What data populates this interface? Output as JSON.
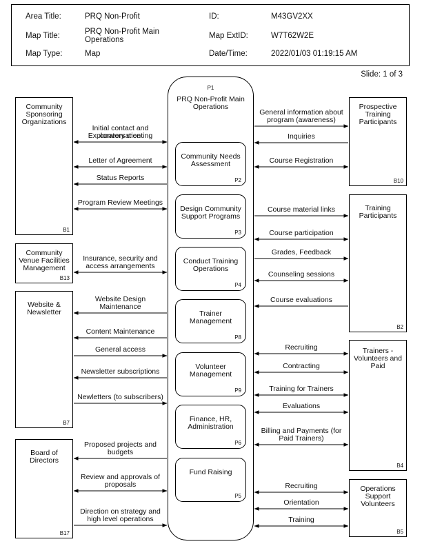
{
  "header": {
    "area_title_label": "Area Title:",
    "area_title": "PRQ Non-Profit",
    "map_title_label": "Map Title:",
    "map_title": "PRQ Non-Profit Main Operations",
    "map_type_label": "Map Type:",
    "map_type": "Map",
    "id_label": "ID:",
    "id": "M43GV2XX",
    "ext_id_label": "Map ExtID:",
    "ext_id": "W7T62W2E",
    "datetime_label": "Date/Time:",
    "datetime": "2022/01/03 01:19:15 AM"
  },
  "slide": "Slide: 1 of 3",
  "main_process": {
    "id": "P1",
    "label": "PRQ Non-Profit Main Operations"
  },
  "processes": [
    {
      "id": "P2",
      "label": "Community Needs Assessment"
    },
    {
      "id": "P3",
      "label": "Design Community Support Programs"
    },
    {
      "id": "P4",
      "label": "Conduct Training Operations"
    },
    {
      "id": "P8",
      "label": "Trainer Management"
    },
    {
      "id": "P9",
      "label": "Volunteer Management"
    },
    {
      "id": "P6",
      "label": "Finance, HR, Administration"
    },
    {
      "id": "P5",
      "label": "Fund Raising"
    }
  ],
  "externals": [
    {
      "id": "B1",
      "label": "Community Sponsoring Organizations"
    },
    {
      "id": "B13",
      "label": "Community Venue Facilities Management"
    },
    {
      "id": "B7",
      "label": "Website & Newsletter"
    },
    {
      "id": "B17",
      "label": "Board of Directors"
    },
    {
      "id": "B10",
      "label": "Prospective Training Participants"
    },
    {
      "id": "B2",
      "label": "Training Participants"
    },
    {
      "id": "B4",
      "label": "Trainers - Volunteers and Paid"
    },
    {
      "id": "B5",
      "label": "Operations Support Volunteers"
    }
  ],
  "flows": [
    {
      "label": "Initial contact and conversation",
      "dir": "both"
    },
    {
      "label": "Exploratory meeting",
      "dir": "both"
    },
    {
      "label": "Letter of Agreement",
      "dir": "both"
    },
    {
      "label": "Status Reports",
      "dir": "left"
    },
    {
      "label": "Program Review Meetings",
      "dir": "both"
    },
    {
      "label": "Insurance, security and access arrangements",
      "dir": "both"
    },
    {
      "label": "Website Design Maintenance",
      "dir": "left"
    },
    {
      "label": "Content Maintenance",
      "dir": "left"
    },
    {
      "label": "General access",
      "dir": "right"
    },
    {
      "label": "Newsletter subscriptions",
      "dir": "left"
    },
    {
      "label": "Newletters (to subscribers)",
      "dir": "right"
    },
    {
      "label": "Proposed projects and budgets",
      "dir": "left"
    },
    {
      "label": "Review and approvals of proposals",
      "dir": "both"
    },
    {
      "label": "Direction on strategy and high level operations",
      "dir": "right"
    },
    {
      "label": "General information about program (awareness)",
      "dir": "right"
    },
    {
      "label": "Inquiries",
      "dir": "left"
    },
    {
      "label": "Course Registration",
      "dir": "both"
    },
    {
      "label": "Course material links",
      "dir": "right"
    },
    {
      "label": "Course participation",
      "dir": "both"
    },
    {
      "label": "Grades, Feedback",
      "dir": "right"
    },
    {
      "label": "Counseling sessions",
      "dir": "both"
    },
    {
      "label": "Course evaluations",
      "dir": "left"
    },
    {
      "label": "Recruiting",
      "dir": "both"
    },
    {
      "label": "Contracting",
      "dir": "both"
    },
    {
      "label": "Training for Trainers",
      "dir": "both"
    },
    {
      "label": "Evaluations",
      "dir": "both"
    },
    {
      "label": "Billing and Payments (for Paid Trainers)",
      "dir": "both"
    },
    {
      "label": "Recruiting",
      "dir": "both"
    },
    {
      "label": "Orientation",
      "dir": "both"
    },
    {
      "label": "Training",
      "dir": "both"
    }
  ]
}
